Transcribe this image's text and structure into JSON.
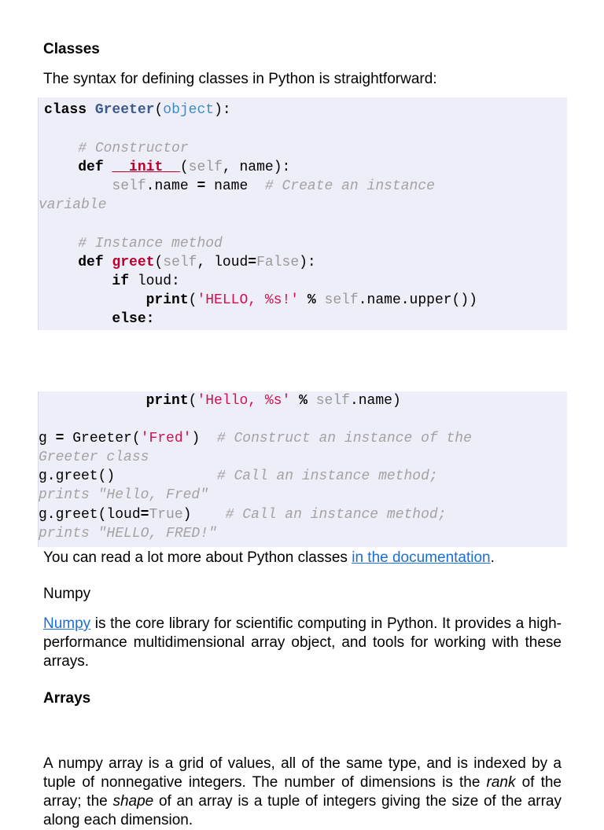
{
  "headings": {
    "classes": "Classes",
    "numpy": "Numpy",
    "arrays": "Arrays"
  },
  "intro": "The syntax for defining classes in Python is straightforward:",
  "code1": {
    "l1": {
      "kw": "class",
      "name": "Greeter",
      "p1": "(",
      "base": "object",
      "p2": "):"
    },
    "l2": {
      "comment": "# Constructor"
    },
    "l3": {
      "kw": "def",
      "fn": "__init__",
      "p1": "(",
      "self": "self",
      "rest": ", name):"
    },
    "l4": {
      "self": "self",
      "mid": ".name ",
      "eq": "=",
      "rest": " name  ",
      "comment": "# Create an instance"
    },
    "l5": {
      "comment": "variable"
    },
    "l6": {
      "comment": "# Instance method"
    },
    "l7": {
      "kw": "def",
      "fn": "greet",
      "p1": "(",
      "self": "self",
      "mid": ", loud",
      "eq": "=",
      "false": "False",
      "rest": "):"
    },
    "l8": {
      "kw": "if",
      "rest": " loud:"
    },
    "l9": {
      "kw": "print",
      "p1": "(",
      "str": "'HELLO, %s!'",
      "op": "%",
      "self": "self",
      "rest": ".name.upper())"
    },
    "l10": {
      "kw": "else:"
    }
  },
  "code2": {
    "l1": {
      "kw": "print",
      "p1": "(",
      "str": "'Hello, %s'",
      "op": "%",
      "self": "self",
      "rest": ".name)"
    },
    "l2": {
      "a": "g ",
      "eq": "=",
      "b": " Greeter(",
      "str": "'Fred'",
      "c": ")  ",
      "comment": "# Construct an instance of the"
    },
    "l3": {
      "comment": "Greeter class"
    },
    "l4": {
      "a": "g.greet()            ",
      "comment": "# Call an instance method;"
    },
    "l5": {
      "comment": "prints \"Hello, Fred\""
    },
    "l6": {
      "a": "g.greet(loud",
      "eq": "=",
      "true": "True",
      "b": ")    ",
      "comment": "# Call an instance method;"
    },
    "l7": {
      "comment": "prints \"HELLO, FRED!\""
    }
  },
  "read_more": {
    "text": "You can read a lot more about Python classes ",
    "link": "in the documentation",
    "end": "."
  },
  "numpy_para": {
    "link": "Numpy",
    "text": " is the core library for scientific computing in Python. It provides a high-performance multidimensional array object, and tools for working with these arrays."
  },
  "arrays_para": {
    "t1": "A numpy array is a grid of values, all of the same type, and is indexed by a tuple of nonnegative integers. The number of dimensions is the ",
    "rank": "rank",
    "t2": " of the array; the ",
    "shape": "shape",
    "t3": " of an array is a tuple of integers giving the size of the array along each dimension."
  }
}
